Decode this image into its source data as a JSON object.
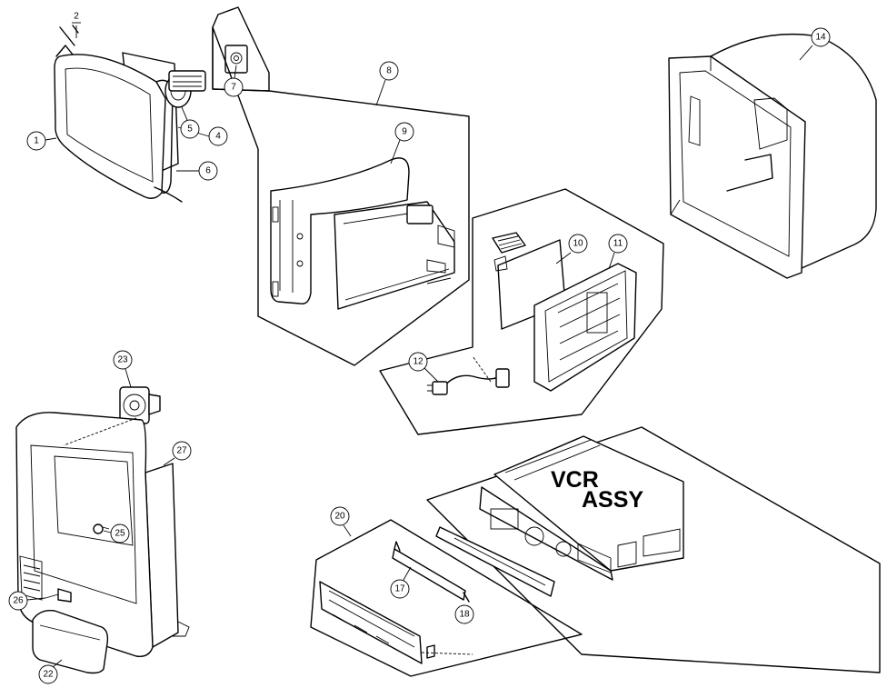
{
  "diagram": {
    "assembly_label_line1": "VCR",
    "assembly_label_line2": "ASSY",
    "callouts": [
      {
        "id": "p1",
        "label": "1"
      },
      {
        "id": "p2",
        "label": "2"
      },
      {
        "id": "p4",
        "label": "4"
      },
      {
        "id": "p5",
        "label": "5"
      },
      {
        "id": "p6",
        "label": "6"
      },
      {
        "id": "p7",
        "label": "7"
      },
      {
        "id": "p8",
        "label": "8"
      },
      {
        "id": "p9",
        "label": "9"
      },
      {
        "id": "p10",
        "label": "10"
      },
      {
        "id": "p11",
        "label": "11"
      },
      {
        "id": "p12",
        "label": "12"
      },
      {
        "id": "p14",
        "label": "14"
      },
      {
        "id": "p17",
        "label": "17"
      },
      {
        "id": "p18",
        "label": "18"
      },
      {
        "id": "p20",
        "label": "20"
      },
      {
        "id": "p22",
        "label": "22"
      },
      {
        "id": "p23",
        "label": "23"
      },
      {
        "id": "p25",
        "label": "25"
      },
      {
        "id": "p26",
        "label": "26"
      },
      {
        "id": "p27",
        "label": "27"
      }
    ]
  }
}
